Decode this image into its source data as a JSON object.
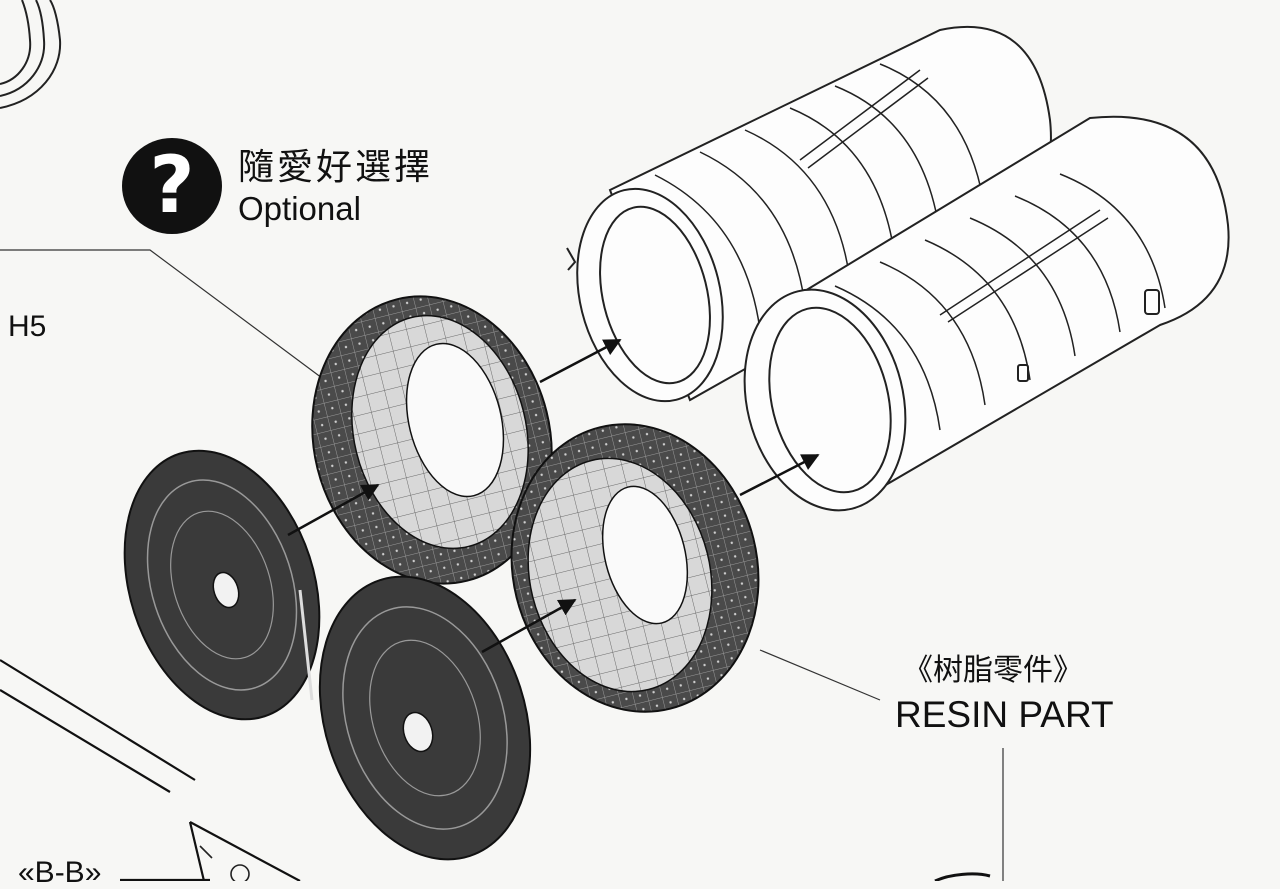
{
  "callouts": {
    "optional_icon": "question-mark-icon",
    "optional_cn": "隨愛好選擇",
    "optional_en": "Optional",
    "part_number": "H5",
    "resin_cn": "《树脂零件》",
    "resin_en": "RESIN PART",
    "section": "«B-B»"
  },
  "colors": {
    "ink": "#111111",
    "paper": "#f7f7f5",
    "resin_dark": "#3a3a3a",
    "resin_face": "#cfcfcf"
  }
}
